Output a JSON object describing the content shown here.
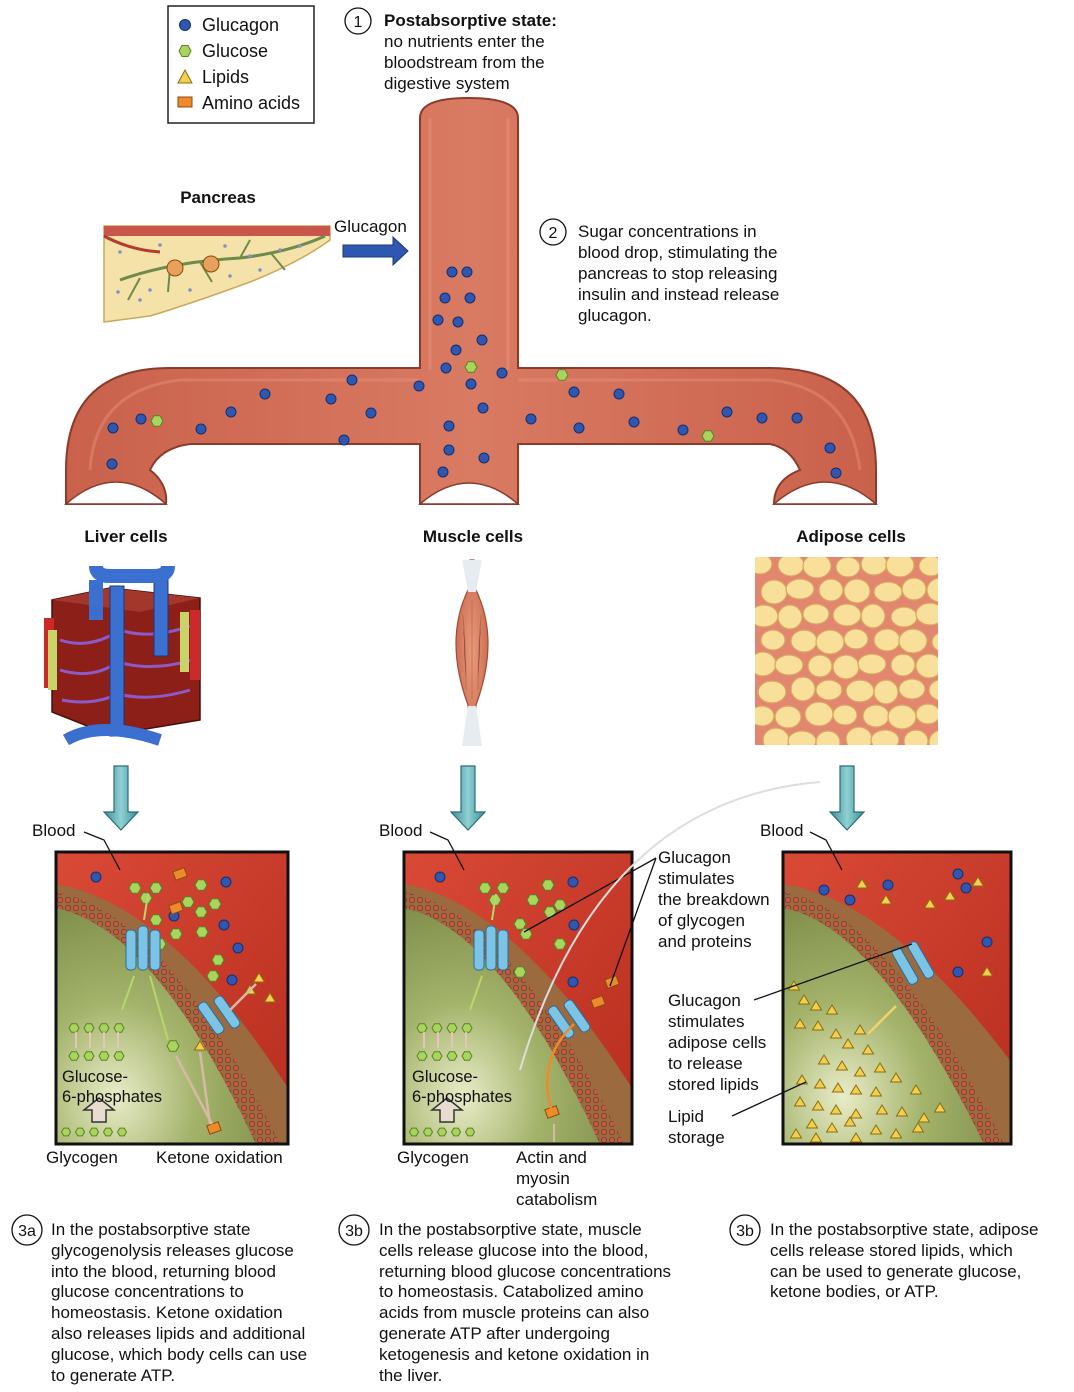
{
  "legend": {
    "items": [
      {
        "label": "Glucagon",
        "color": "#2f56b0"
      },
      {
        "label": "Glucose",
        "color": "#a8d65c"
      },
      {
        "label": "Lipids",
        "color": "#f3cf4e"
      },
      {
        "label": "Amino acids",
        "color": "#ee8a2a"
      }
    ]
  },
  "step1": {
    "number": "1",
    "title": "Postabsorptive state:",
    "lines": [
      "no nutrients enter the",
      "bloodstream from the",
      "digestive system"
    ]
  },
  "step2": {
    "number": "2",
    "lines": [
      "Sugar concentrations in",
      "blood drop, stimulating the",
      "pancreas to stop releasing",
      "insulin and instead release",
      "glucagon."
    ]
  },
  "pancreas": {
    "label": "Pancreas",
    "arrow_label": "Glucagon"
  },
  "organs": {
    "liver": "Liver cells",
    "muscle": "Muscle cells",
    "adipose": "Adipose cells"
  },
  "panels": {
    "liver": {
      "blood": "Blood",
      "g6p": [
        "Glucose-",
        "6-phosphates"
      ],
      "glycogen": "Glycogen",
      "ketone": "Ketone oxidation"
    },
    "muscle": {
      "blood": "Blood",
      "g6p": [
        "Glucose-",
        "6-phosphates"
      ],
      "glycogen": "Glycogen",
      "actin": [
        "Actin and",
        "myosin",
        "catabolism"
      ]
    },
    "adipose": {
      "blood": "Blood"
    }
  },
  "callouts": {
    "muscle_glucagon": [
      "Glucagon",
      "stimulates",
      "the breakdown",
      "of glycogen",
      "and proteins"
    ],
    "adipose_glucagon": [
      "Glucagon",
      "stimulates",
      "adipose cells",
      "to release",
      "stored lipids"
    ],
    "lipid_storage": [
      "Lipid",
      "storage"
    ]
  },
  "captions": {
    "liver": {
      "number": "3a",
      "text": "In the postabsorptive state\nglycogenolysis releases glucose\ninto the blood, returning blood\nglucose concentrations to\nhomeostasis. Ketone oxidation\nalso releases lipids and additional\nglucose, which body cells can use\nto generate ATP."
    },
    "muscle": {
      "number": "3b",
      "text": "In the postabsorptive state, muscle\ncells release glucose into the blood,\nreturning blood glucose concentrations\nto homeostasis. Catabolized amino\nacids from muscle proteins can also\ngenerate ATP after undergoing\nketogenesis and ketone oxidation in\nthe liver."
    },
    "adipose": {
      "number": "3b",
      "text": "In the postabsorptive state, adipose\ncells release stored lipids, which\ncan be used to generate glucose,\nketone bodies, or ATP."
    }
  }
}
